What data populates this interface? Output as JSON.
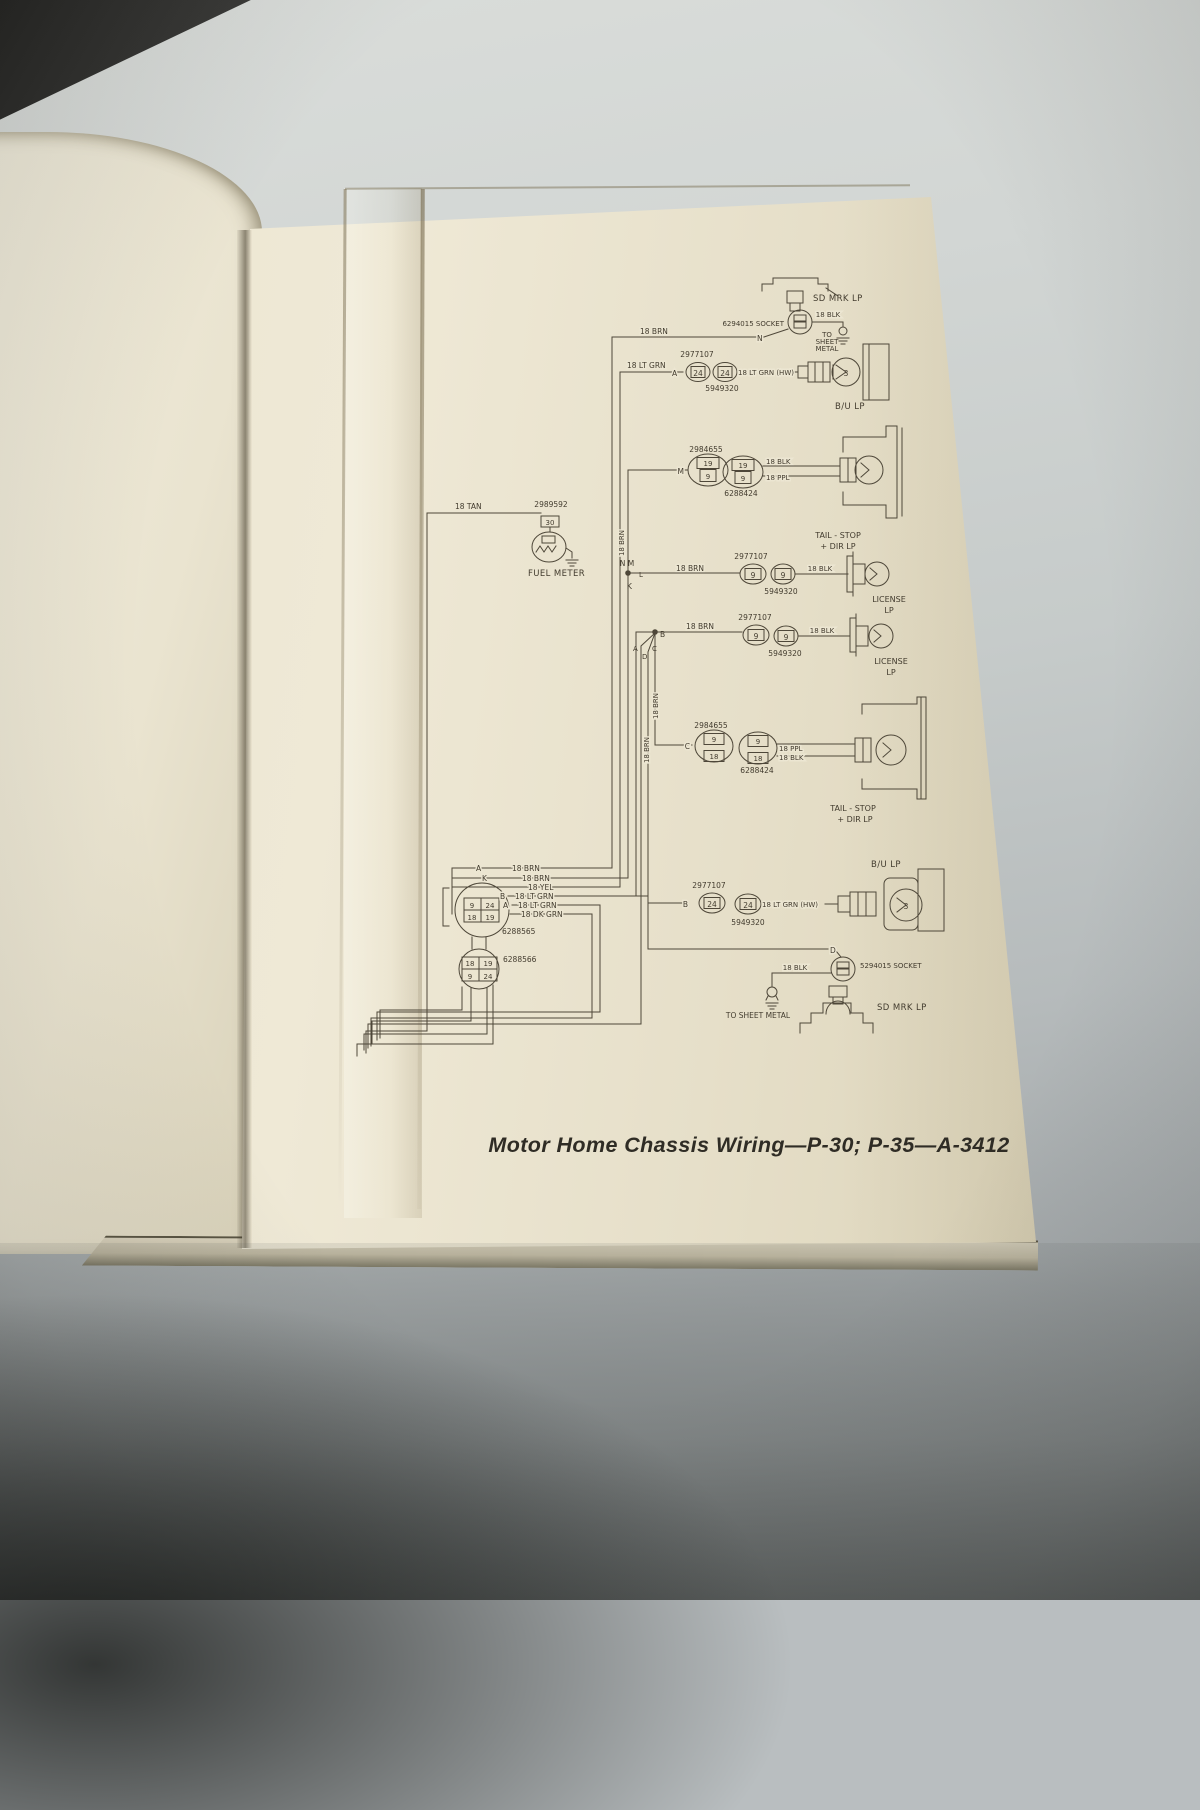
{
  "photo": {
    "scene": "open service manual book on gray cloth",
    "page_color": "#ebe5d1",
    "cloth_color": "#c6cbca",
    "ink_color": "#4e4739"
  },
  "diagram": {
    "caption": "Motor Home Chassis Wiring—P-30; P-35—A-3412",
    "labels": {
      "sd_mrk_lp": "SD MRK LP",
      "socket_top": "6294015 SOCKET",
      "socket_bottom": "5294015 SOCKET",
      "to_1": "TO",
      "to_2": "SHEET",
      "to_3": "METAL",
      "to_sheet_metal": "TO SHEET METAL",
      "bu_lp": "B/U LP",
      "tail_stop": "TAIL - STOP",
      "dir_lp": "+ DIR LP",
      "license": "LICENSE",
      "lp": "LP",
      "fuel_meter": "FUEL METER",
      "w18_brn": "18 BRN",
      "w18_blk": "18 BLK",
      "w18_ppl": "18 PPL",
      "w18_tan": "18 TAN",
      "w18_yel": "18 YEL",
      "w18_lt_grn": "18 LT GRN",
      "w18_lt_grn_hw": "18 LT GRN (HW)",
      "w18_dk_grn": "18 DK GRN",
      "p2977107": "2977107",
      "p5949320": "5949320",
      "p2984655": "2984655",
      "p6288424": "6288424",
      "p2989592": "2989592",
      "p6288565": "6288565",
      "p6288566": "6288566",
      "pin_a": "A",
      "pin_b": "B",
      "pin_c": "C",
      "pin_d": "D",
      "pin_k": "K",
      "pin_l": "L",
      "pin_m": "M",
      "pin_n": "N",
      "pin_nm": "N M",
      "c24": "24",
      "c9": "9",
      "c19": "19",
      "c18": "18",
      "c3": "3",
      "c30": "30"
    }
  }
}
